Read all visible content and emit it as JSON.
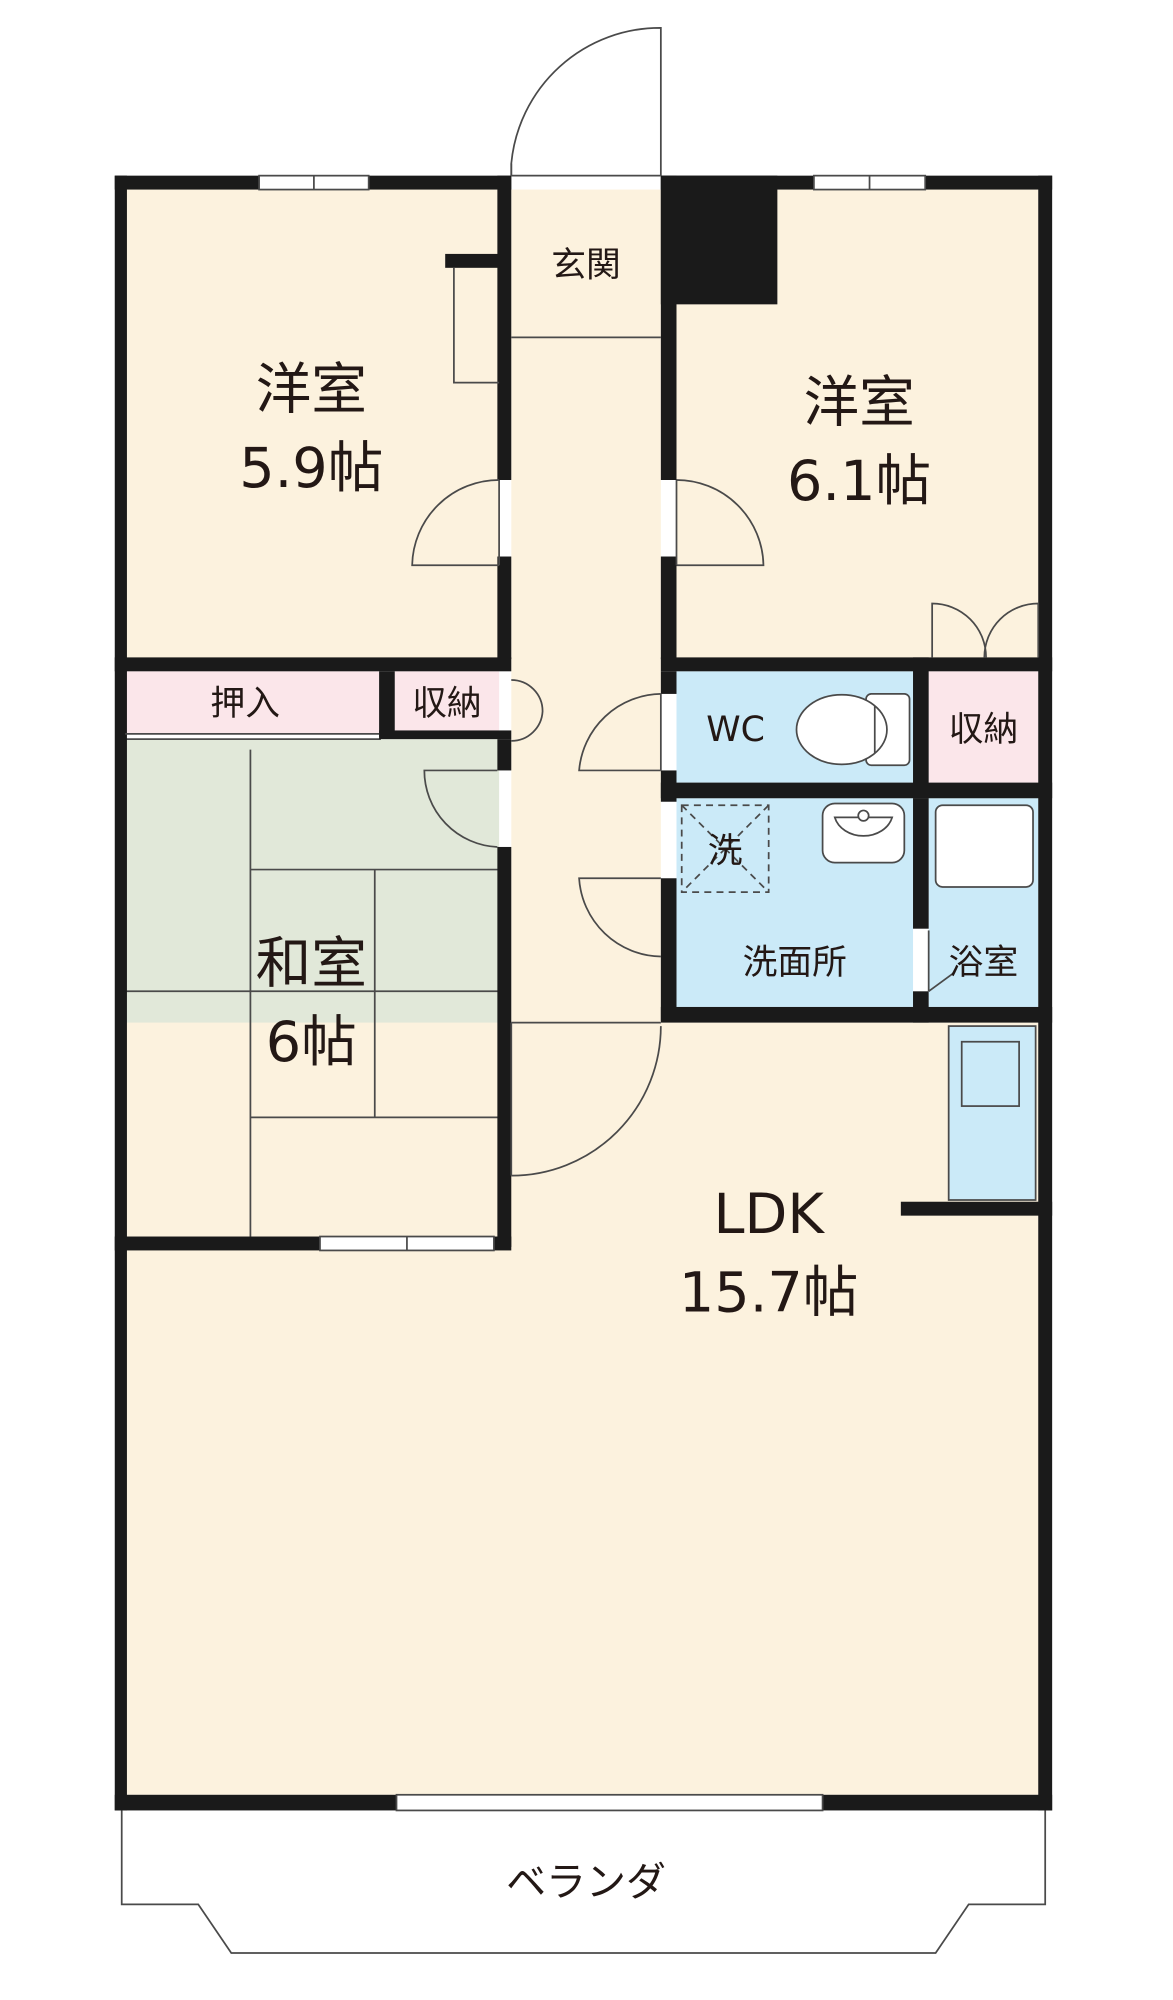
{
  "colors": {
    "western_room": "#fcf2de",
    "japanese_room": "#e1e8d9",
    "storage": "#fbe6ea",
    "wet_area": "#cbeaf8",
    "corridor": "#fcf2de",
    "wall": "#1a1a1a",
    "line": "#4a4a4a"
  },
  "rooms": {
    "entrance": {
      "name": "玄関"
    },
    "western_left": {
      "name": "洋室",
      "size": "5.9帖"
    },
    "western_right": {
      "name": "洋室",
      "size": "6.1帖"
    },
    "oshiire": {
      "name": "押入"
    },
    "storage_left": {
      "name": "収納"
    },
    "wc": {
      "name": "WC"
    },
    "storage_right": {
      "name": "収納"
    },
    "washer": {
      "name": "洗"
    },
    "washroom": {
      "name": "洗面所"
    },
    "bath": {
      "name": "浴室"
    },
    "japanese": {
      "name": "和室",
      "size": "6帖"
    },
    "ldk": {
      "name": "LDK",
      "size": "15.7帖"
    },
    "veranda": {
      "name": "ベランダ"
    }
  },
  "icons": [
    "toilet-icon",
    "washbasin-icon",
    "bathtub-icon",
    "kitchen-counter-icon"
  ]
}
